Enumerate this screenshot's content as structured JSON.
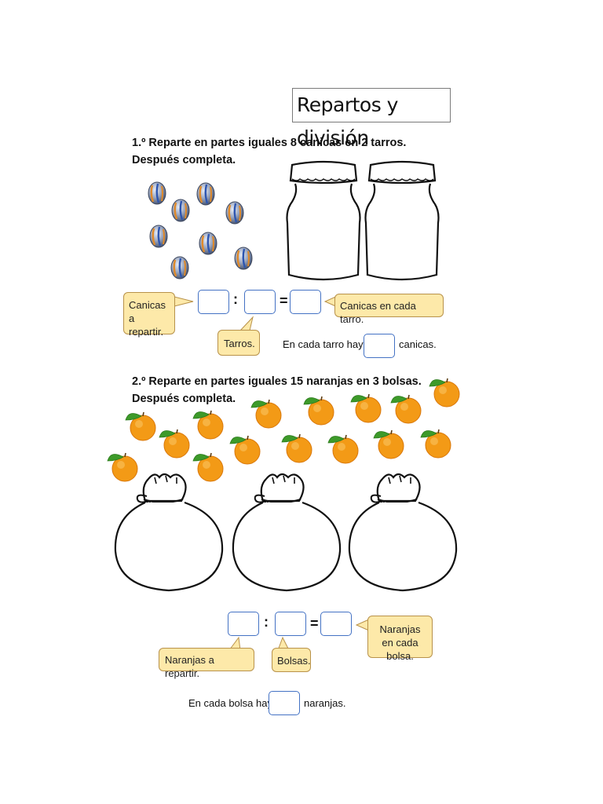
{
  "title": "Repartos y división",
  "exercise1": {
    "line1": "1.º Reparte en partes iguales 8 canicas en 2 tarros.",
    "line2": "Después completa.",
    "colon": ":",
    "equals": "=",
    "callout_dividend": "Canicas a repartir.",
    "callout_divisor": "Tarros.",
    "callout_quotient": "Canicas en cada tarro.",
    "sentence_before": "En cada tarro hay",
    "sentence_after": "canicas."
  },
  "exercise2": {
    "line1": "2.º Reparte en partes iguales 15 naranjas en 3 bolsas.",
    "line2": "Después completa.",
    "colon": ":",
    "equals": "=",
    "callout_dividend": "Naranjas a repartir.",
    "callout_divisor": "Bolsas.",
    "callout_quotient": "Naranjas en cada bolsa.",
    "sentence_before": "En cada bolsa hay",
    "sentence_after": "naranjas."
  }
}
